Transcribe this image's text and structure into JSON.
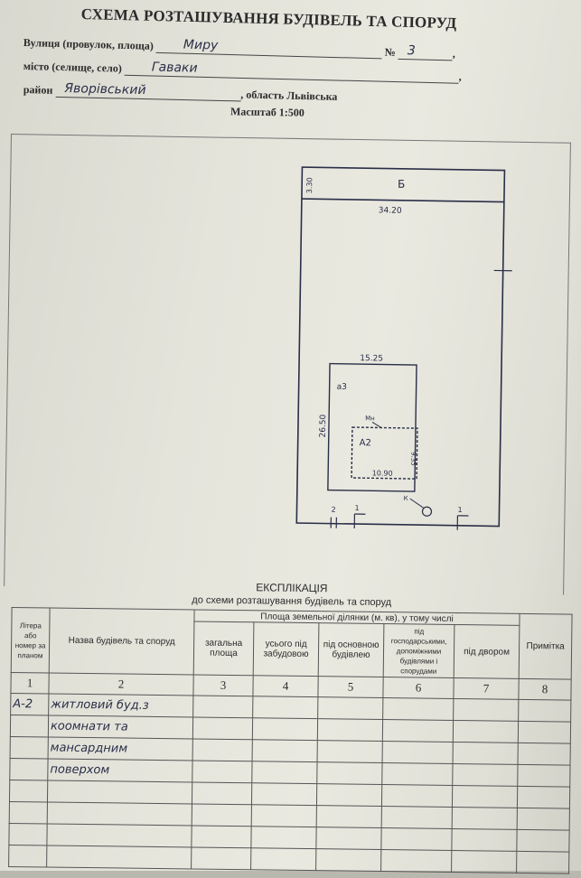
{
  "header": {
    "title": "СХЕМА РОЗТАШУВАННЯ БУДІВЕЛЬ ТА СПОРУД",
    "street_label": "Вулиця (провулок, площа)",
    "street_value": "Миру",
    "number_label": "№",
    "number_value": "3",
    "city_label": "місто (селище, село)",
    "city_value": "Гаваки",
    "district_label": "район",
    "district_value": "Яворівський",
    "region_text": ", область Львівська",
    "scale": "Масштаб 1:500"
  },
  "plan": {
    "label_b": "Б",
    "width_top": "34.20",
    "side_top": "3.30",
    "house_width": "15.25",
    "house_depth": "26.50",
    "label_a3": "а3",
    "label_mn": "Мн",
    "label_a2": "А2",
    "inner_width": "10.90",
    "inner_depth": "9.35",
    "gate_2": "2",
    "gate_1a": "1",
    "gate_1b": "1",
    "well": "К"
  },
  "explication": {
    "title": "ЕКСПЛІКАЦІЯ",
    "subtitle": "до схеми розташування будівель та споруд",
    "col_letter": "Літера або номер за планом",
    "col_name": "Назва будівель та споруд",
    "col_area_group": "Площа земельної ділянки (м. кв), у тому числі",
    "col_total": "загальна площа",
    "col_built": "усього під забудовою",
    "col_main": "під основною будівлею",
    "col_aux": "під господарськими, допоміжними будівлями і спорудами",
    "col_yard": "під двором",
    "col_note": "Примітка",
    "col_numbers": [
      "1",
      "2",
      "3",
      "4",
      "5",
      "6",
      "7",
      "8"
    ],
    "rows": [
      {
        "letter": "А-2",
        "name": "житловий буд.з"
      },
      {
        "letter": "",
        "name": "коомнати та"
      },
      {
        "letter": "",
        "name": "мансардним"
      },
      {
        "letter": "",
        "name": "поверхом"
      }
    ]
  }
}
